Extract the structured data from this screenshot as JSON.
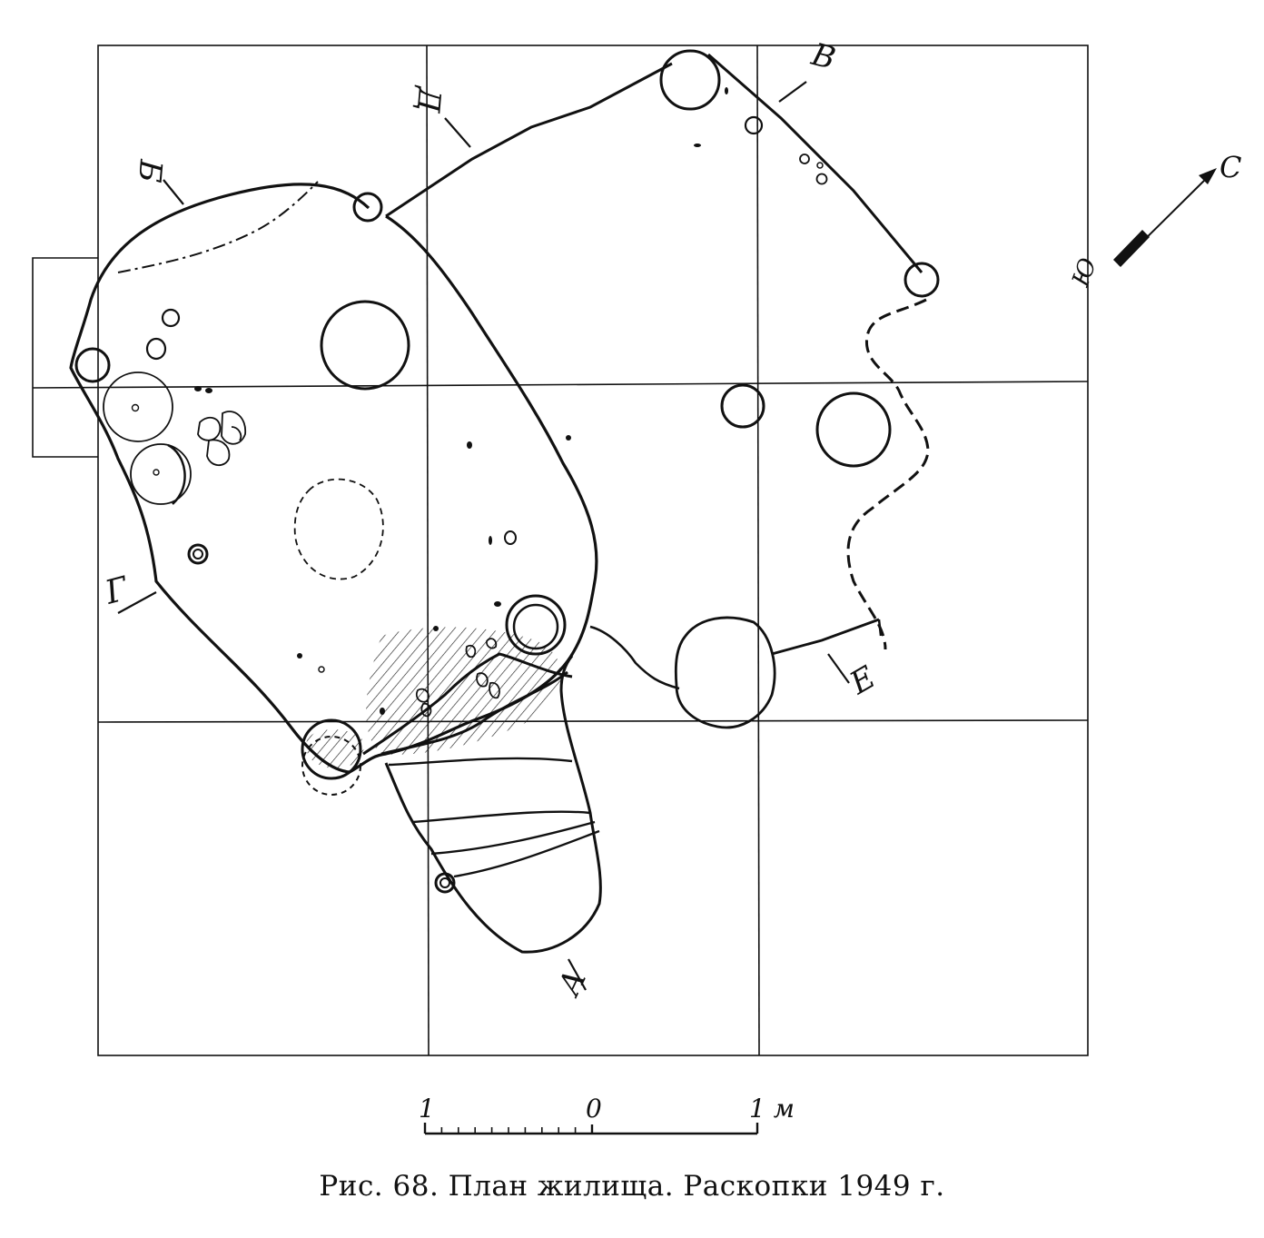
{
  "labels": {
    "a": "А",
    "b": "Б",
    "v": "В",
    "g": "Г",
    "d": "Д",
    "e": "Е"
  },
  "compass": {
    "north": "С",
    "south": "Ю"
  },
  "scale": {
    "left": "1",
    "zero": "0",
    "right": "1 м"
  },
  "caption": "Рис. 68. План жилища. Раскопки 1949 г.",
  "colors": {
    "ink": "#111111",
    "paper": "#ffffff"
  }
}
